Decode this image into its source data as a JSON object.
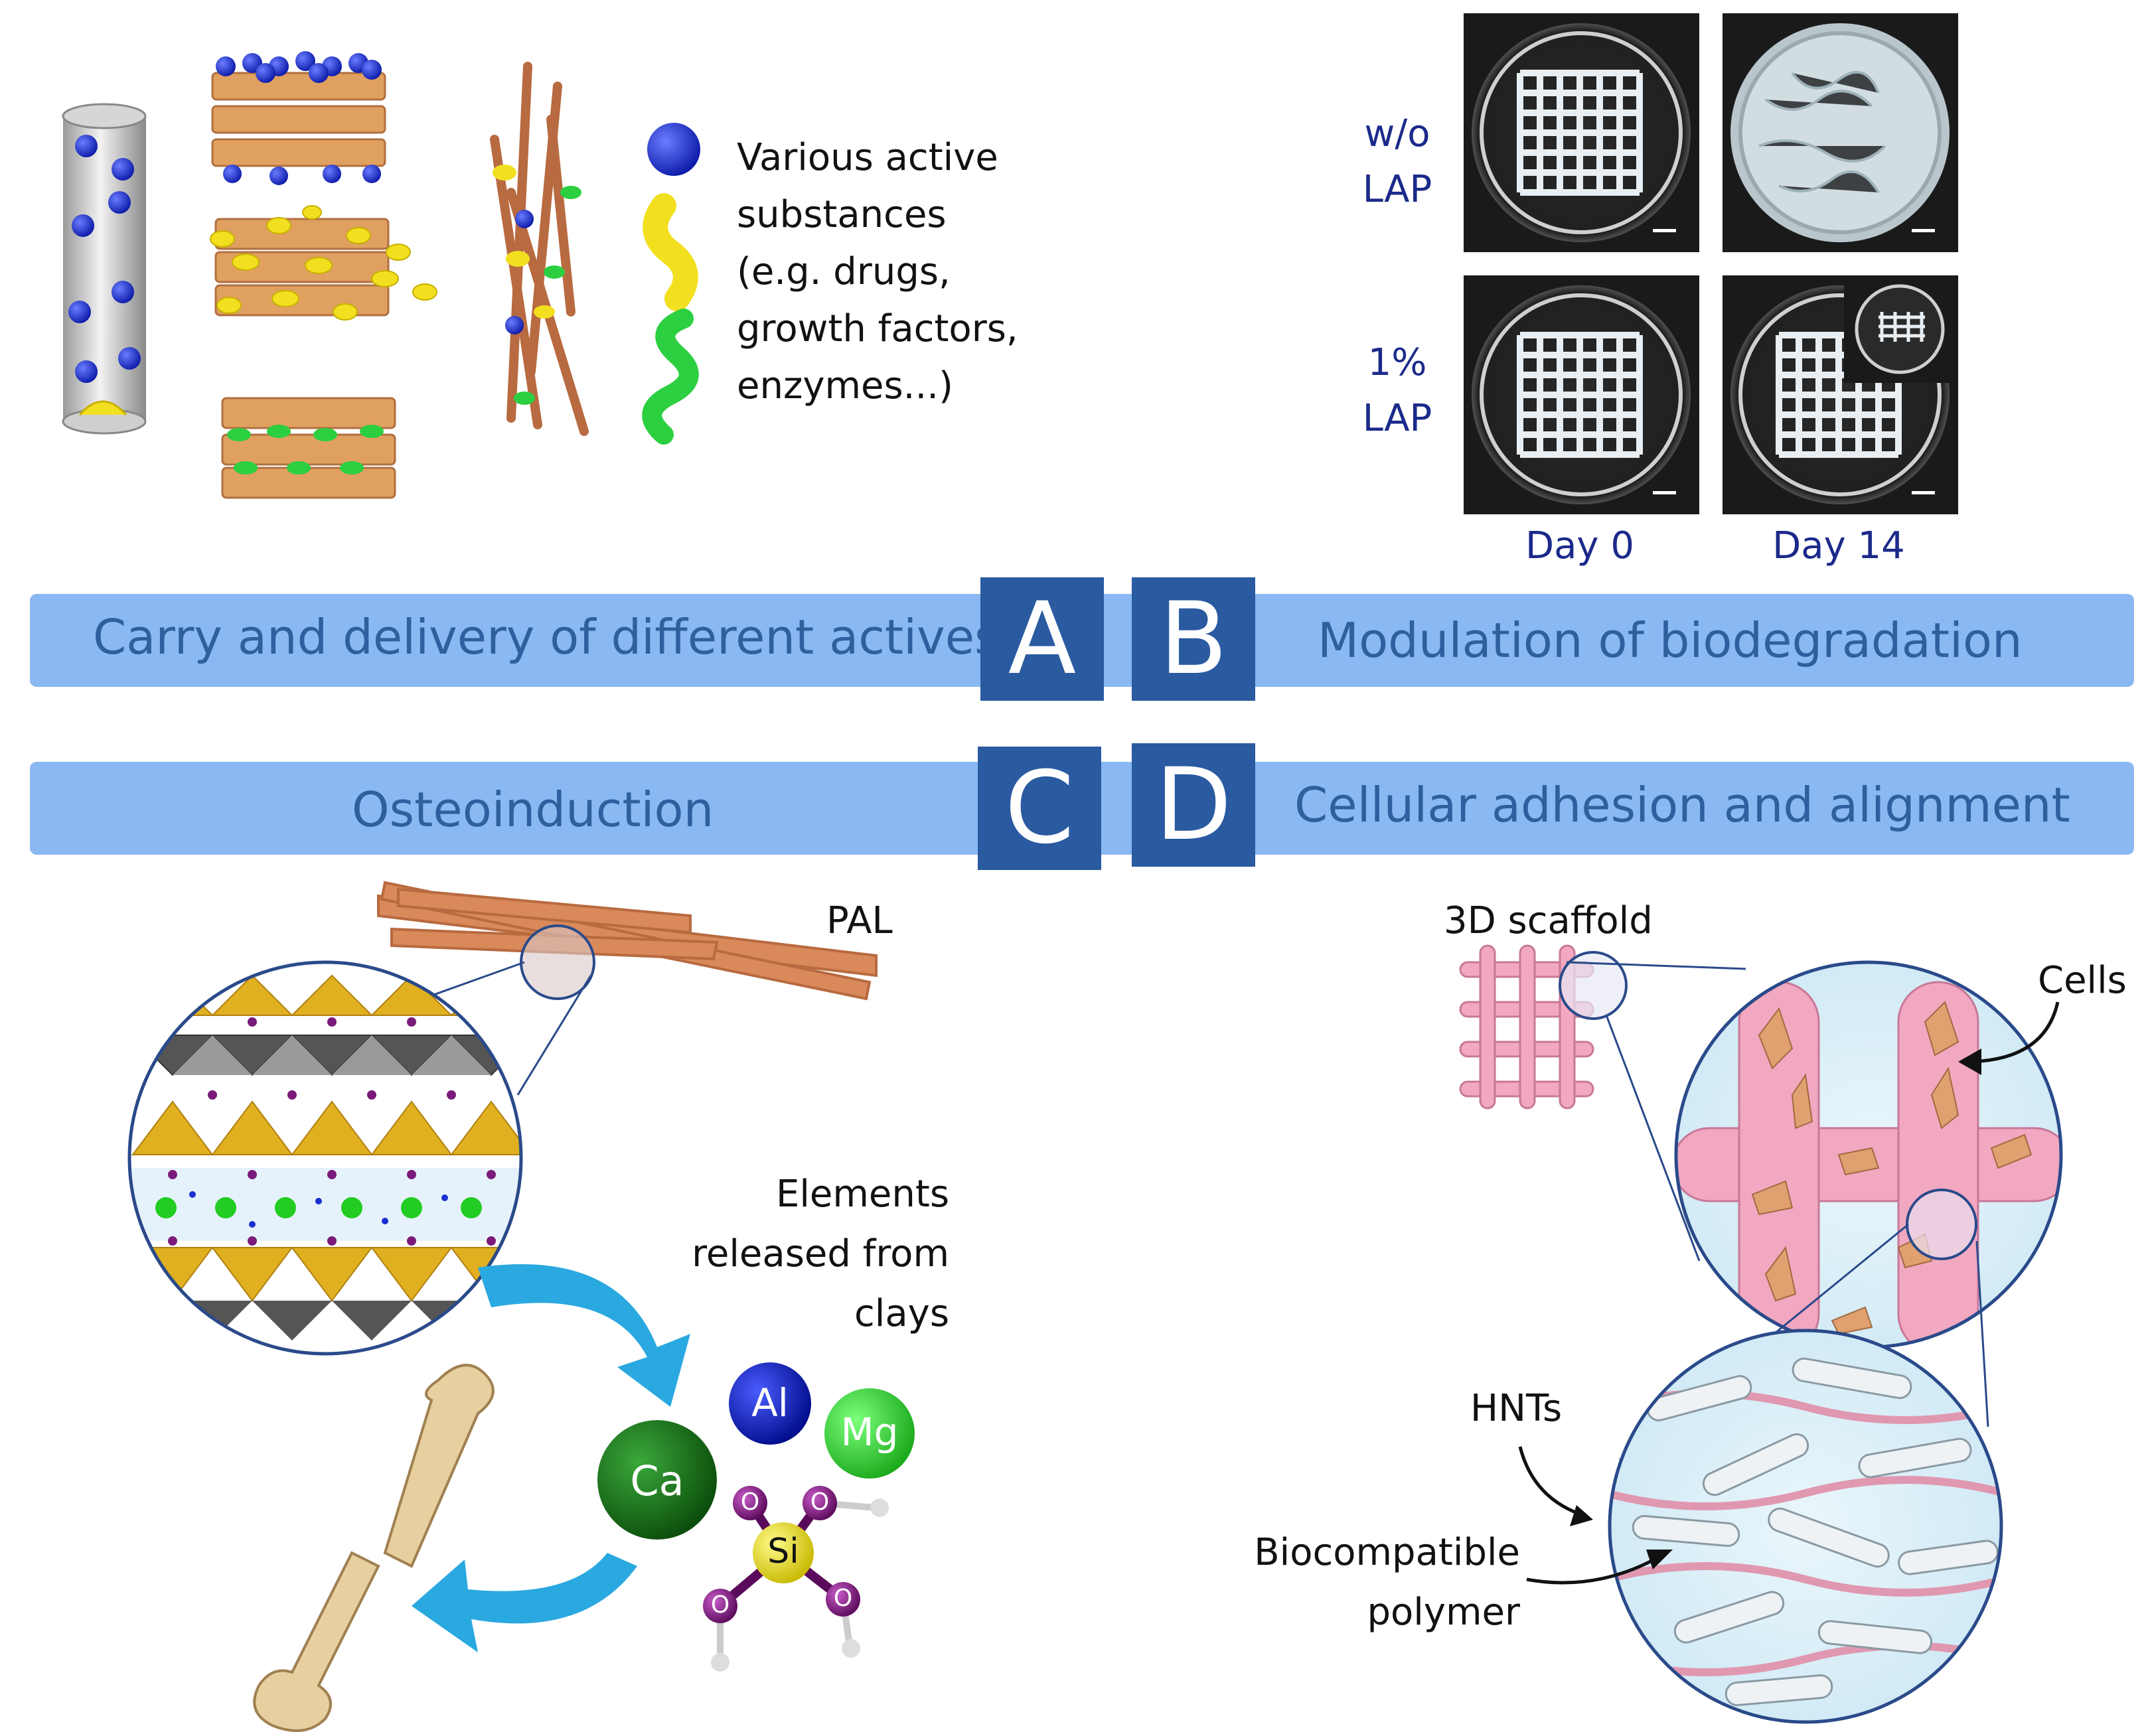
{
  "panels": {
    "a": {
      "letter": "A",
      "title": "Carry and delivery of different actives"
    },
    "b": {
      "letter": "B",
      "title": "Modulation of biodegradation"
    },
    "c": {
      "letter": "C",
      "title": "Osteoinduction"
    },
    "d": {
      "letter": "D",
      "title": "Cellular adhesion and alignment"
    }
  },
  "legend": {
    "line1": "Various active",
    "line2": "substances",
    "line3": "(e.g. drugs,",
    "line4": "growth factors,",
    "line5": "enzymes...)"
  },
  "biodegradation": {
    "row1_line1": "w/o",
    "row1_line2": "LAP",
    "row2_line1": "1%",
    "row2_line2": "LAP",
    "col1": "Day 0",
    "col2": "Day 14"
  },
  "osteo": {
    "pal": "PAL",
    "elements_line1": "Elements",
    "elements_line2": "released from",
    "elements_line3": "clays",
    "al": "Al",
    "mg": "Mg",
    "ca": "Ca",
    "si": "Si",
    "o": "O"
  },
  "scaffold": {
    "title": "3D scaffold",
    "cells": "Cells",
    "hnts": "HNTs",
    "polymer_line1": "Biocompatible",
    "polymer_line2": "polymer"
  },
  "colors": {
    "band": "#8ab8f2",
    "band_text": "#2e5f9e",
    "letter_box": "#2a5aa0",
    "clay": "#e0a060",
    "active_blue": "#1a2fd0",
    "active_yellow": "#f2e020",
    "active_green": "#2ccf40",
    "scaffold_pink": "#f2a8c0",
    "arrow": "#2aa8e0"
  }
}
